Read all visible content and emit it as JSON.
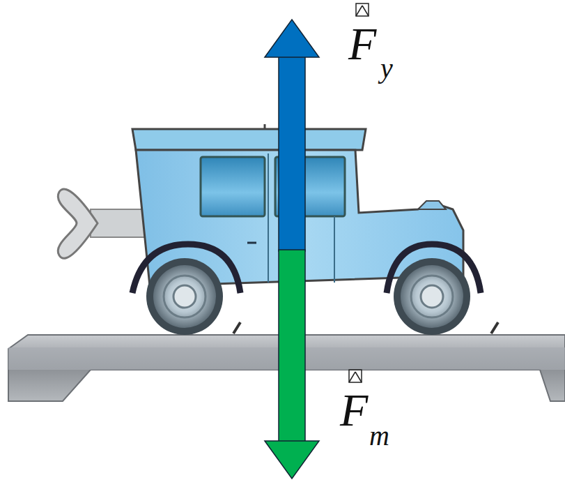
{
  "diagram": {
    "labels": [
      "F",
      "y",
      "F",
      "m"
    ]
  }
}
